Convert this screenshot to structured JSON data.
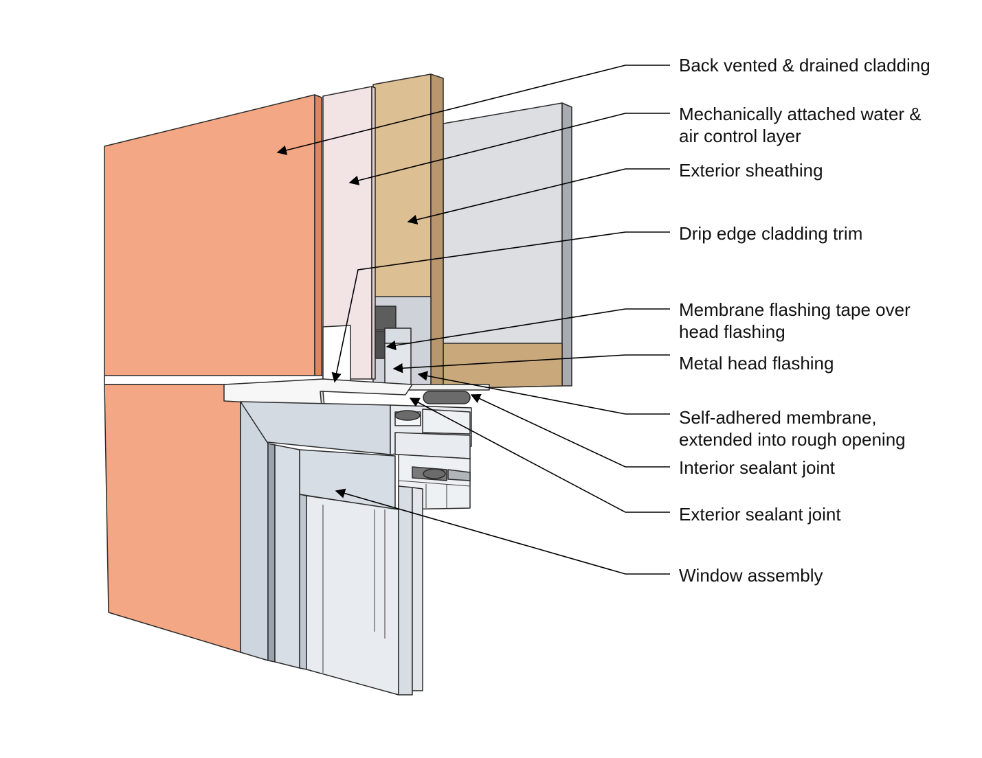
{
  "colors": {
    "cladding_face": "#f3a784",
    "cladding_edge": "#e0855f",
    "membrane_face": "#f2e4e4",
    "sheathing_face": "#dcbf93",
    "sheathing_edge": "#b8976e",
    "interior_face": "#dcdee2",
    "interior_edge": "#a8abb0",
    "frame_face": "#d3dae2",
    "glass": "#e6eaee",
    "tape": "#5d5d5d",
    "sealant": "#6b6b6b",
    "leader": "#000000"
  },
  "labels": [
    {
      "id": "cladding",
      "lines": [
        "Back vented & drained cladding"
      ]
    },
    {
      "id": "water-air-control",
      "lines": [
        "Mechanically attached water &",
        "air control layer"
      ]
    },
    {
      "id": "sheathing",
      "lines": [
        "Exterior sheathing"
      ]
    },
    {
      "id": "drip-edge",
      "lines": [
        "Drip edge cladding trim"
      ]
    },
    {
      "id": "membrane-tape",
      "lines": [
        "Membrane flashing tape over",
        "head flashing"
      ]
    },
    {
      "id": "head-flashing",
      "lines": [
        "Metal head flashing"
      ]
    },
    {
      "id": "self-adhered-membrane",
      "lines": [
        "Self-adhered membrane,",
        "extended into rough opening"
      ]
    },
    {
      "id": "interior-sealant",
      "lines": [
        "Interior sealant joint"
      ]
    },
    {
      "id": "exterior-sealant",
      "lines": [
        "Exterior sealant joint"
      ]
    },
    {
      "id": "window",
      "lines": [
        "Window assembly"
      ]
    }
  ]
}
